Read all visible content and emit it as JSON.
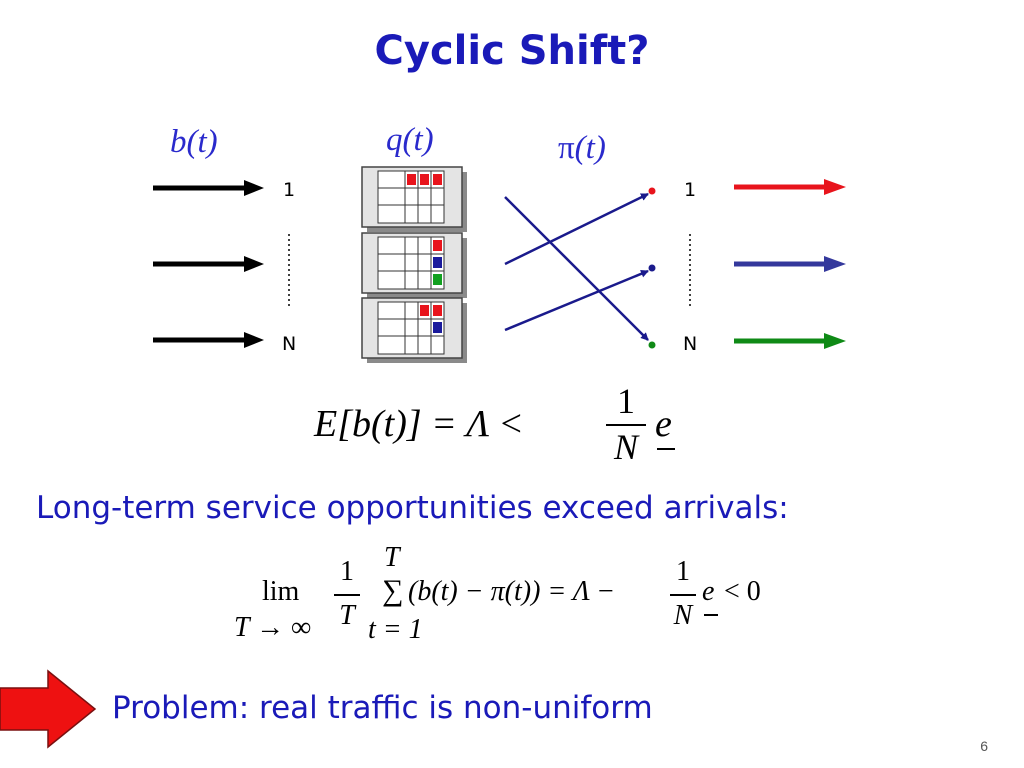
{
  "title": "Cyclic Shift?",
  "labels": {
    "b": "b(t)",
    "q": "q(t)",
    "pi_symbol": "π",
    "pi_rest": "(t)"
  },
  "ports": {
    "first": "1",
    "last": "N"
  },
  "equation1": {
    "lhs": "E[b(t)] = Λ <",
    "num": "1",
    "den": "N",
    "rhs": "e"
  },
  "statement": "Long-term service opportunities exceed arrivals:",
  "equation2": {
    "lim": "lim",
    "lim_sub": "T → ∞",
    "frac1_num": "1",
    "frac1_den": "T",
    "sum_top": "T",
    "sum_sym": "∑",
    "sum_bottom": "t = 1",
    "body": "(b(t) − π(t)) = Λ −",
    "frac2_num": "1",
    "frac2_den": "N",
    "tail_e": "e",
    "tail": "< 0"
  },
  "problem": "Problem: real traffic is non-uniform",
  "page_number": "6",
  "colors": {
    "title": "#1a1ab8",
    "output_1": "#e8141c",
    "output_2": "#34389c",
    "output_3": "#0f8a16",
    "packet_red": "#e8141c",
    "packet_blue": "#1a1a9c",
    "packet_green": "#12a020",
    "crossbar": "#1a1a8c",
    "problem_arrow": "#ee1111"
  }
}
